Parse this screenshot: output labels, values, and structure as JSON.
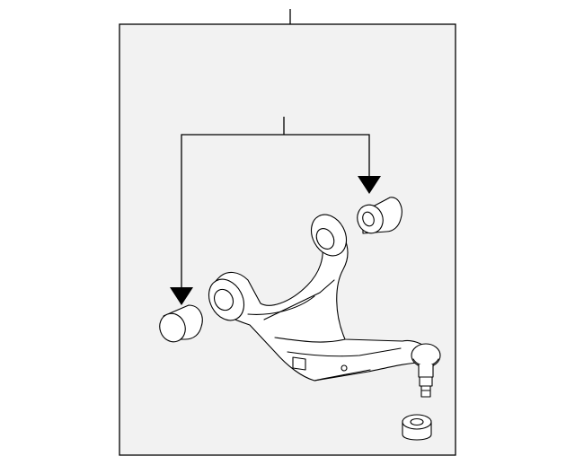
{
  "diagram": {
    "kind": "exploded-parts-view",
    "colors": {
      "line": "#000000",
      "frame_fill": "#f2f2f2",
      "background": "#ffffff"
    },
    "parts": [
      "control-arm",
      "front-bushing",
      "rear-bushing",
      "ball-joint",
      "washer"
    ]
  }
}
